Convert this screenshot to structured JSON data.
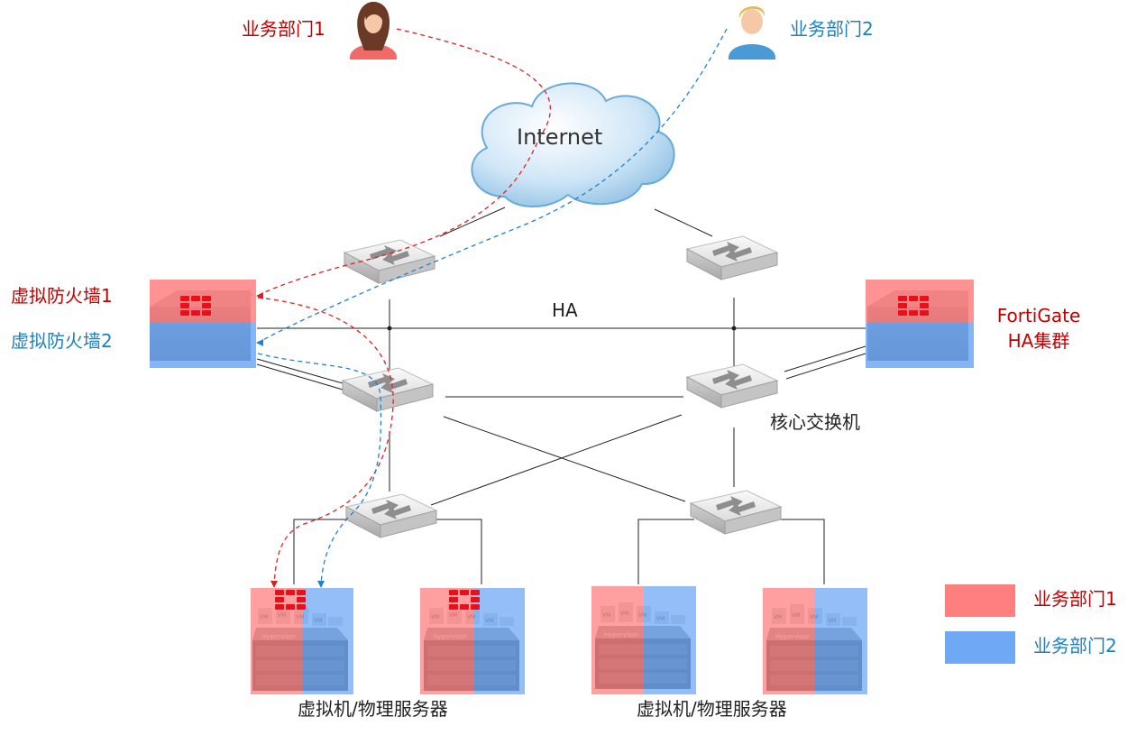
{
  "colors": {
    "dept1": "#ff7f7f",
    "dept2": "#6fa8f5",
    "dept1_text": "#c00000",
    "dept2_text": "#1f7fc0",
    "fortinet_red": "#e8101a"
  },
  "users": {
    "dept1_label": "业务部门1",
    "dept2_label": "业务部门2"
  },
  "cloud": {
    "label": "Internet"
  },
  "virtual_fw": {
    "fw1_label": "虚拟防火墙1",
    "fw2_label": "虚拟防火墙2"
  },
  "ha": {
    "link_label": "HA",
    "cluster_line1": "FortiGate",
    "cluster_line2": "HA集群"
  },
  "core_switch": {
    "label": "核心交换机"
  },
  "servers": {
    "group1_label": "虚拟机/物理服务器",
    "group2_label": "虚拟机/物理服务器"
  },
  "legend": {
    "dept1": "业务部门1",
    "dept2": "业务部门2"
  },
  "icons": [
    "user-female-icon",
    "user-male-icon",
    "cloud-icon",
    "switch-icon",
    "firewall-icon",
    "server-icon",
    "vm-icon"
  ]
}
